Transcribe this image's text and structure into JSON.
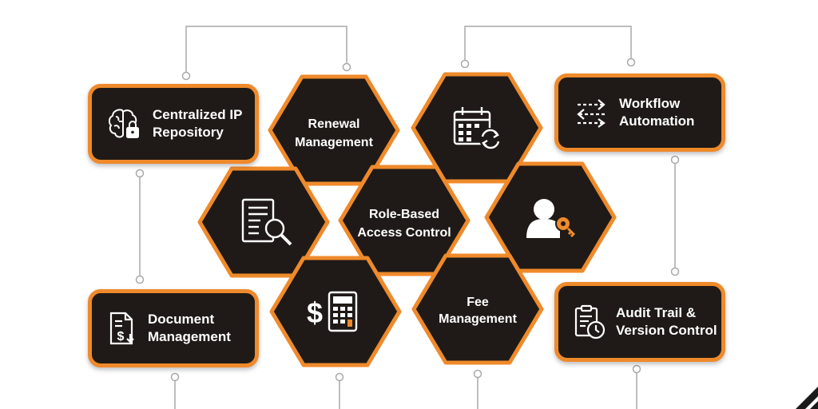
{
  "colors": {
    "accent": "#ef8a2b",
    "box_fill": "#1f1a17",
    "connector": "#a9a9a9",
    "text": "#ffffff"
  },
  "boxes": {
    "ip_repository": {
      "label": "Centralized IP\nRepository",
      "icon": "brain-lock-icon"
    },
    "workflow": {
      "label": "Workflow\nAutomation",
      "icon": "workflow-arrows-icon"
    },
    "document": {
      "label": "Document\nManagement",
      "icon": "document-dollar-icon"
    },
    "audit": {
      "label": "Audit Trail &\nVersion Control",
      "icon": "clipboard-clock-icon"
    }
  },
  "hexes": {
    "renewal": {
      "line1": "Renewal",
      "line2": "Management"
    },
    "calendar": {
      "icon": "calendar-sync-icon"
    },
    "search_doc": {
      "icon": "document-search-icon"
    },
    "role_access": {
      "line1": "Role-Based",
      "line2": "Access Control"
    },
    "user_key": {
      "icon": "user-key-icon"
    },
    "dollar_calc": {
      "icon": "dollar-calculator-icon"
    },
    "fee": {
      "line1": "Fee",
      "line2": "Management"
    }
  }
}
